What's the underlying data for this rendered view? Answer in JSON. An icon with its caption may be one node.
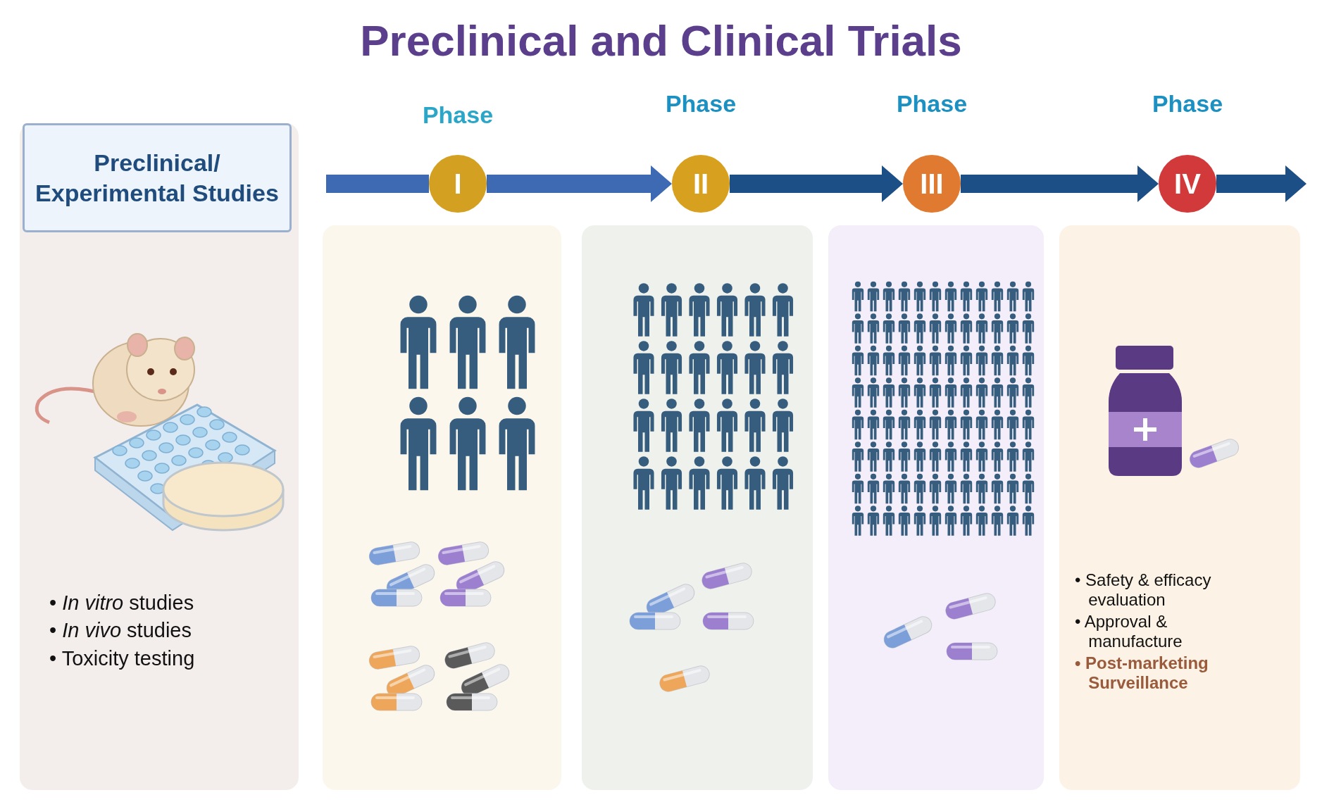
{
  "diagram": {
    "title": "Preclinical and Clinical Trials",
    "nodes": [
      {
        "text": [
          "• *In vitro* studies",
          "• *In vivo* studies",
          "• Toxicity testing"
        ]
      },
      {
        "text": [
          "Preclinical/ Experimental Studies"
        ],
        "in": 0
      },
      {
        "text": [
          "I"
        ],
        "beside": [
          "Phase"
        ]
      },
      {
        "text": [
          "II"
        ],
        "beside": [
          "Phase"
        ]
      },
      {
        "text": [
          "III"
        ],
        "beside": [
          "Phase"
        ]
      },
      {
        "text": [
          "IV"
        ],
        "beside": [
          "Phase"
        ]
      },
      {
        "text": [],
        "shape": "box"
      },
      {
        "text": [],
        "shape": "box"
      },
      {
        "text": [],
        "shape": "box"
      },
      {
        "text": [
          "• Safety & efficacy evaluation",
          "• Approval & manufacture",
          "• Post-marketing Surveillance"
        ]
      }
    ],
    "edges": [
      {
        "from": null,
        "to": 2,
        "arrow": "none",
        "color": "#3d6ab3"
      },
      {
        "from": 2,
        "to": 3,
        "arrow": "to",
        "color": "#3d6ab3"
      },
      {
        "from": 3,
        "to": 4,
        "arrow": "to"
      },
      {
        "from": 4,
        "to": 5,
        "arrow": "to"
      },
      {
        "from": 5,
        "to": null,
        "arrow": "to"
      }
    ]
  }
}
